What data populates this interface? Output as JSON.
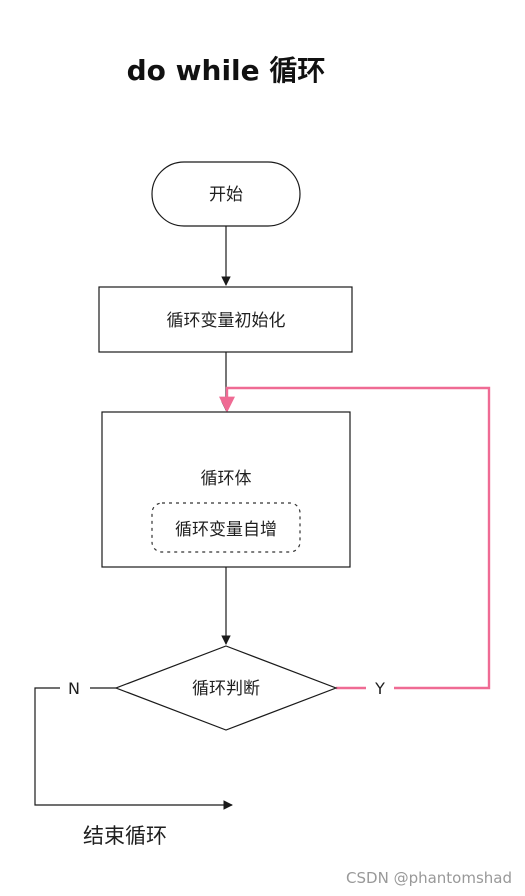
{
  "title": "do while 循环",
  "nodes": {
    "start": "开始",
    "init": "循环变量初始化",
    "body": "循环体",
    "increment": "循环变量自增",
    "condition": "循环判断",
    "end": "结束循环"
  },
  "branches": {
    "no": "N",
    "yes": "Y"
  },
  "watermark": "CSDN @phantomshad",
  "colors": {
    "line": "#1a1a1a",
    "loop_back": "#ef6b94",
    "dotted_border": "#333333"
  }
}
